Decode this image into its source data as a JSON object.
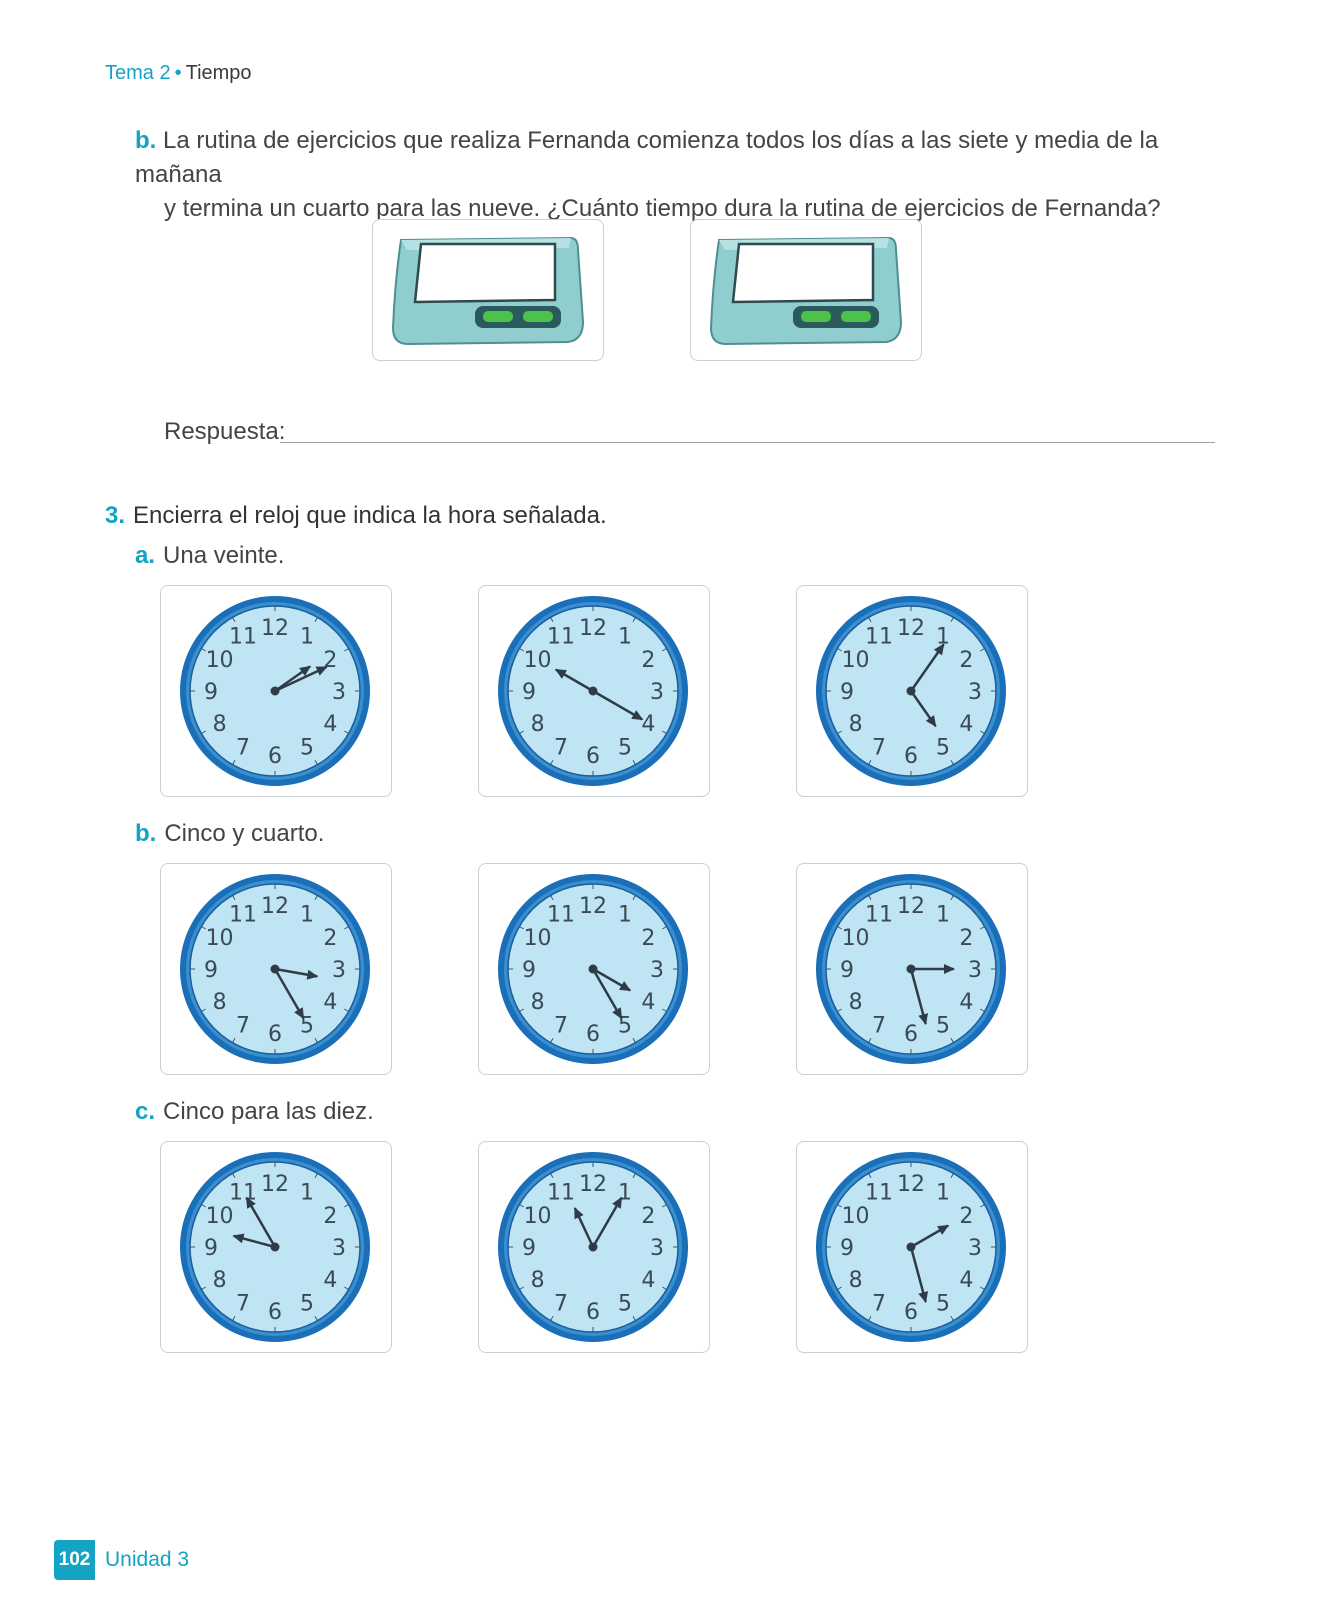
{
  "header": {
    "topic": "Tema 2",
    "separator": "•",
    "subject": "Tiempo"
  },
  "question_b": {
    "letter": "b.",
    "line1": "La rutina de ejercicios que realiza Fernanda comienza todos los días a las siete y media de la mañana",
    "line2": "y termina un cuarto para las nueve. ¿Cuánto tiempo dura la rutina de ejercicios de Fernanda?"
  },
  "answer": {
    "label": "Respuesta:"
  },
  "question_3": {
    "number": "3.",
    "text": "Encierra el reloj que indica la hora señalada.",
    "parts": [
      {
        "letter": "a.",
        "text": "Una veinte.",
        "clocks": [
          {
            "hour_hand_deg": 55,
            "minute_hand_deg": 65
          },
          {
            "hour_hand_deg": 300,
            "minute_hand_deg": 120
          },
          {
            "hour_hand_deg": 145,
            "minute_hand_deg": 35
          }
        ]
      },
      {
        "letter": "b.",
        "text": "Cinco y cuarto.",
        "clocks": [
          {
            "hour_hand_deg": 100,
            "minute_hand_deg": 150
          },
          {
            "hour_hand_deg": 120,
            "minute_hand_deg": 150
          },
          {
            "hour_hand_deg": 90,
            "minute_hand_deg": 165
          }
        ]
      },
      {
        "letter": "c.",
        "text": "Cinco para las diez.",
        "clocks": [
          {
            "hour_hand_deg": 285,
            "minute_hand_deg": 330
          },
          {
            "hour_hand_deg": 335,
            "minute_hand_deg": 30
          },
          {
            "hour_hand_deg": 60,
            "minute_hand_deg": 165
          }
        ]
      }
    ]
  },
  "clock_face": {
    "numbers": [
      "12",
      "1",
      "2",
      "3",
      "4",
      "5",
      "6",
      "7",
      "8",
      "9",
      "10",
      "11"
    ]
  },
  "footer": {
    "page_number": "102",
    "unit": "Unidad 3"
  },
  "colors": {
    "accent": "#13a3c4",
    "clock_rim": "#1a6fb8",
    "clock_face": "#bfe5f5",
    "timer_body": "#8fcdcf",
    "timer_button": "#4cc24a"
  }
}
